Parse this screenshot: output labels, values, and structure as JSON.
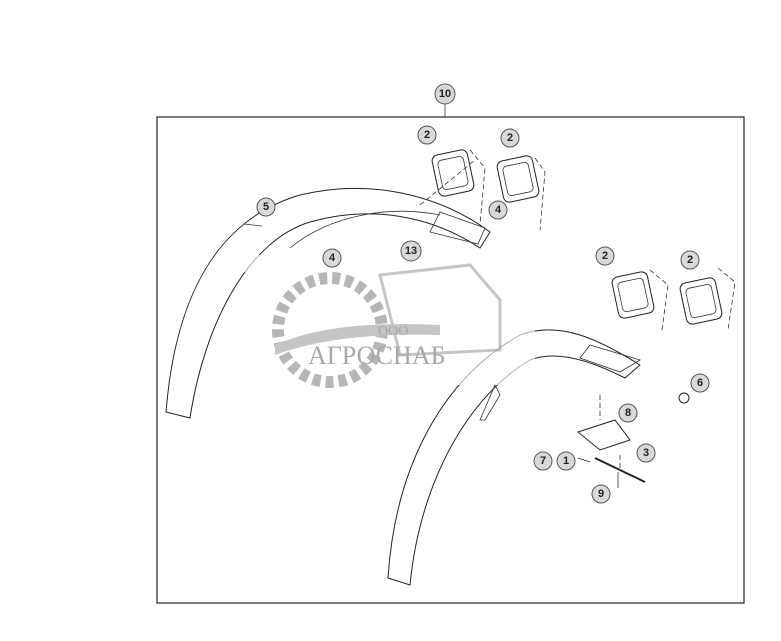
{
  "diagram": {
    "callouts": [
      {
        "id": "callout-10",
        "label": "10"
      },
      {
        "id": "callout-2a",
        "label": "2"
      },
      {
        "id": "callout-2b",
        "label": "2"
      },
      {
        "id": "callout-5",
        "label": "5"
      },
      {
        "id": "callout-4a",
        "label": "4"
      },
      {
        "id": "callout-4b",
        "label": "4"
      },
      {
        "id": "callout-13",
        "label": "13"
      },
      {
        "id": "callout-2c",
        "label": "2"
      },
      {
        "id": "callout-2d",
        "label": "2"
      },
      {
        "id": "callout-6",
        "label": "6"
      },
      {
        "id": "callout-8",
        "label": "8"
      },
      {
        "id": "callout-7",
        "label": "7"
      },
      {
        "id": "callout-1",
        "label": "1"
      },
      {
        "id": "callout-3",
        "label": "3"
      },
      {
        "id": "callout-9",
        "label": "9"
      }
    ]
  },
  "watermark": {
    "prefix": "ООО",
    "name": "АГРОСНАБ",
    "color": "#9a9a9a"
  }
}
